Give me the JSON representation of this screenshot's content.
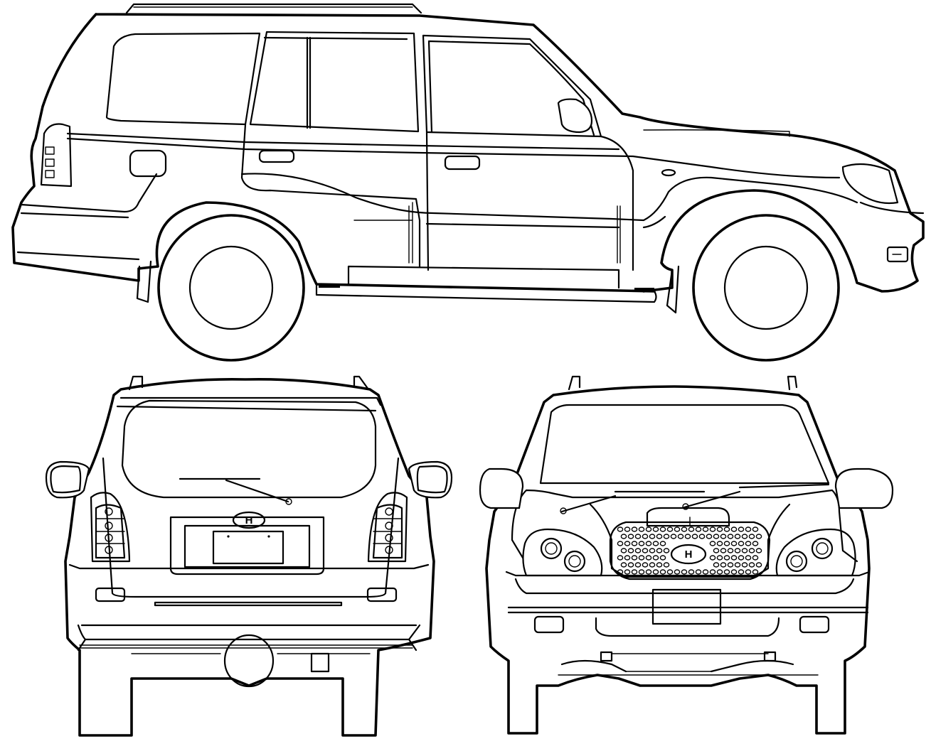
{
  "views": [
    {
      "id": "side",
      "name": "side-view"
    },
    {
      "id": "rear",
      "name": "rear-view"
    },
    {
      "id": "front",
      "name": "front-view"
    }
  ],
  "emblem_letter": "H",
  "colors": {
    "line": "#000000",
    "background": "#ffffff"
  }
}
